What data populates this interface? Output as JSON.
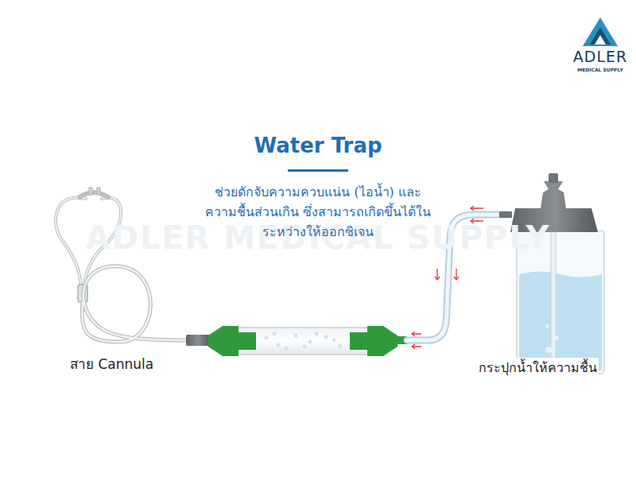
{
  "diagram": {
    "title": "Water Trap",
    "labels": [
      "ADLER MEDICAL SUPPLY",
      "ช่วยดักจับความควบแน่น (ไอน้ำ) และความชื้นส่วนเกิน ซึ่งสามารถเกิดขึ้นได้ในระหว่างให้ออกซิเจน",
      "สาย Cannula",
      "กระปุกน้ำให้ความชื้น",
      "ADLER",
      "MEDICAL SUPPLY"
    ]
  }
}
